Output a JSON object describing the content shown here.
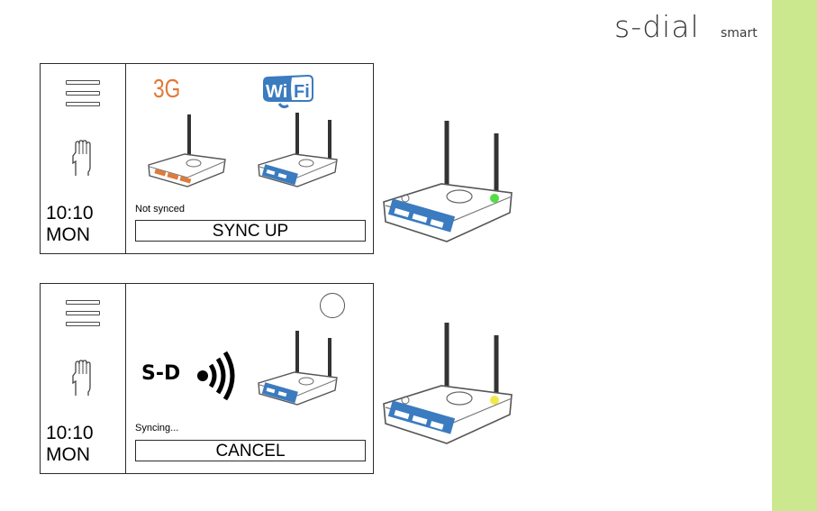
{
  "brand": {
    "name": "s-dial",
    "suffix": "smart"
  },
  "colors": {
    "side_strip": "#cce88e",
    "mobile_accent": "#e07a3a",
    "wifi_accent": "#3b7bbf",
    "led_synced": "#55dd44",
    "led_syncing": "#f2e84a"
  },
  "screen1": {
    "clock_time": "10:10",
    "clock_day": "MON",
    "network_3g_label": "3G",
    "wifi_label_wi": "Wi",
    "wifi_label_fi": "Fi",
    "status": "Not synced",
    "button": "SYNC UP",
    "icons": [
      "menu-icon",
      "hand-icon",
      "router-3g-icon",
      "router-wifi-icon"
    ]
  },
  "screen2": {
    "clock_time": "10:10",
    "clock_day": "MON",
    "device_label": "S-D",
    "status": "Syncing...",
    "button": "CANCEL",
    "icons": [
      "menu-icon",
      "hand-icon",
      "signal-waves-icon",
      "router-wifi-icon",
      "circle-indicator-icon"
    ]
  },
  "side_routers": [
    {
      "name": "router-top",
      "led": "green"
    },
    {
      "name": "router-bottom",
      "led": "yellow"
    }
  ]
}
